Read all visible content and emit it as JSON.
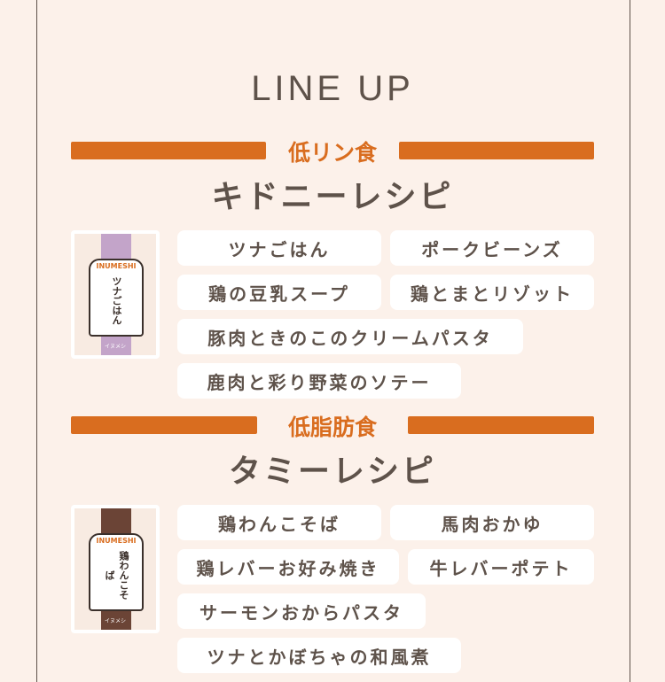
{
  "title": "LINE UP",
  "colors": {
    "background": "#fcf1ea",
    "accent": "#d96d1f",
    "text": "#5e524a"
  },
  "sections": [
    {
      "category": "低リン食",
      "name": "キドニーレシピ",
      "package": {
        "brand": "INUMESHI",
        "product": "ツナごはん",
        "footer": "イヌメシ",
        "band_color": "#c3a4c9"
      },
      "items": [
        "ツナごはん",
        "ポークビーンズ",
        "鶏の豆乳スープ",
        "鶏とまとリゾット",
        "豚肉ときのこのクリームパスタ",
        "鹿肉と彩り野菜のソテー"
      ]
    },
    {
      "category": "低脂肪食",
      "name": "タミーレシピ",
      "package": {
        "brand": "INUMESHI",
        "product": "鶏わんこそば",
        "footer": "イヌメシ",
        "band_color": "#6b4436"
      },
      "items": [
        "鶏わんこそば",
        "馬肉おかゆ",
        "鶏レバーお好み焼き",
        "牛レバーポテト",
        "サーモンおからパスタ",
        "ツナとかぼちゃの和風煮"
      ]
    }
  ]
}
